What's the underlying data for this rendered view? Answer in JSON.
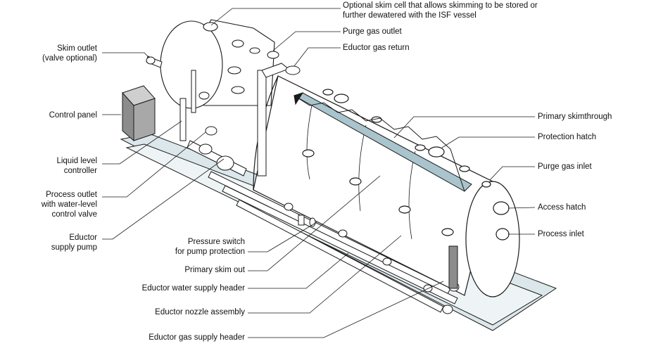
{
  "labels": {
    "optional_skim_cell_1": "Optional skim cell that allows skimming to be stored or",
    "optional_skim_cell_2": "further dewatered with the ISF vessel",
    "purge_gas_outlet": "Purge gas outlet",
    "eductor_gas_return": "Eductor gas return",
    "primary_skimthrough": "Primary skimthrough",
    "protection_hatch": "Protection hatch",
    "purge_gas_inlet": "Purge gas inlet",
    "access_hatch": "Access hatch",
    "process_inlet": "Process inlet",
    "skim_outlet_1": "Skim outlet",
    "skim_outlet_2": "(valve optional)",
    "control_panel": "Control panel",
    "liquid_level_1": "Liquid level",
    "liquid_level_2": "controller",
    "process_outlet_1": "Process outlet",
    "process_outlet_2": "with water-level",
    "process_outlet_3": "control valve",
    "eductor_supply_1": "Eductor",
    "eductor_supply_2": "supply pump",
    "pressure_switch_1": "Pressure switch",
    "pressure_switch_2": "for pump protection",
    "primary_skim_out": "Primary skim out",
    "eductor_water_header": "Eductor water supply header",
    "eductor_nozzle": "Eductor nozzle assembly",
    "eductor_gas_header": "Eductor gas supply header"
  },
  "colors": {
    "stroke": "#1a1a1a",
    "skid_fill": "#dbe7ea",
    "vessel_fill": "#ffffff",
    "panel_fill": "#8c8c8c",
    "trough_fill": "#a9c4cc"
  }
}
